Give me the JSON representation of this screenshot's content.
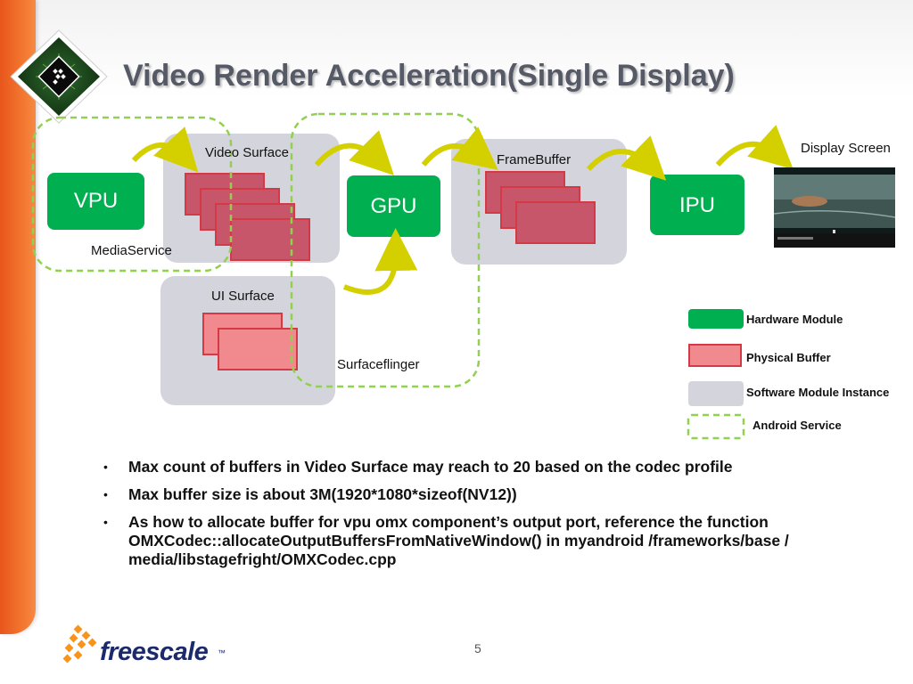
{
  "slide": {
    "title": "Video Render Acceleration(Single Display)",
    "page_number": "5",
    "brand": "freescale",
    "trademark": "™"
  },
  "diagram": {
    "hardware": {
      "vpu": "VPU",
      "gpu": "GPU",
      "ipu": "IPU"
    },
    "labels": {
      "video_surface": "Video Surface",
      "ui_surface": "UI Surface",
      "framebuffer": "FrameBuffer",
      "media_service": "MediaService",
      "surfaceflinger": "Surfaceflinger",
      "display_screen": "Display Screen"
    },
    "legend": [
      {
        "label": "Hardware Module",
        "color": "#00b050"
      },
      {
        "label": "Physical Buffer",
        "color": "#f08a8f"
      },
      {
        "label": "Software Module Instance",
        "color": "#d4d4dc"
      },
      {
        "label": "Android Service",
        "color": "#92d050"
      }
    ],
    "colors": {
      "hardware": "#00b050",
      "buffer_fill": "#c8566a",
      "buffer_fill_light": "#f08a8f",
      "buffer_border": "#d43a45",
      "software_box": "#d4d4dc",
      "service_outline": "#92d050",
      "arrow": "#d4d000"
    }
  },
  "bullets": [
    "Max count of buffers in Video Surface may reach to 20 based on the codec profile",
    "Max buffer size is about 3M(1920*1080*sizeof(NV12))",
    "As how to allocate buffer for vpu omx component’s output port,  reference the function OMXCodec::allocateOutputBuffersFromNativeWindow() in myandroid /frameworks/base / media/libstagefright/OMXCodec.cpp"
  ]
}
